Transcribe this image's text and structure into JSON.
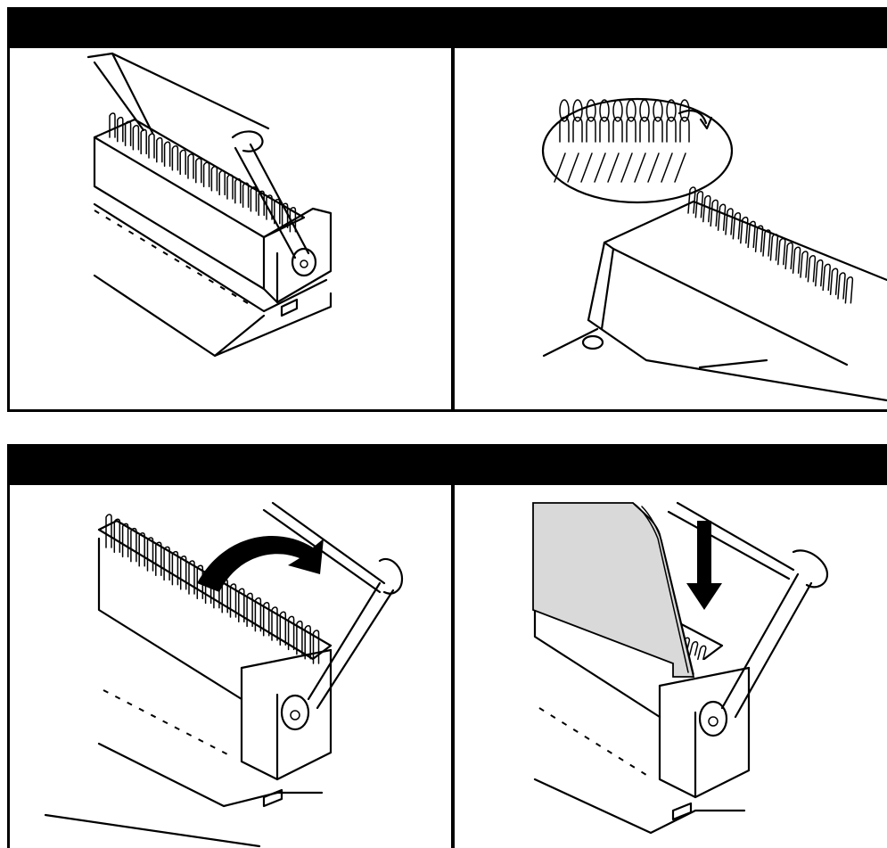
{
  "sections": [
    {
      "header": "",
      "steps": [
        {
          "illustration": "handle-raised-comb-open"
        },
        {
          "illustration": "binding-comb-on-teeth-detail"
        }
      ]
    },
    {
      "header": "",
      "steps": [
        {
          "illustration": "handle-pulled-back-arrow"
        },
        {
          "illustration": "insert-pages-down-arrow"
        }
      ]
    }
  ]
}
